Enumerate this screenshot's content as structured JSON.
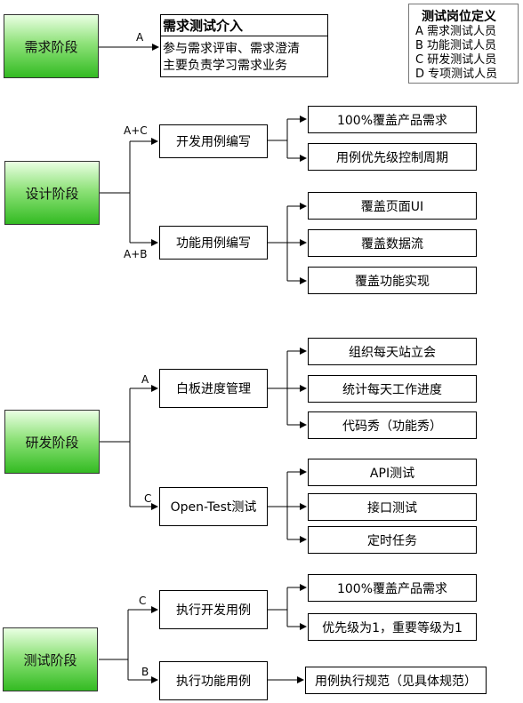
{
  "stages": {
    "requirements": "需求阶段",
    "design": "设计阶段",
    "development": "研发阶段",
    "testing": "测试阶段"
  },
  "intro": {
    "title": "需求测试介入",
    "line1": "参与需求评审、需求澄清",
    "line2": "主要负责学习需求业务"
  },
  "legend": {
    "title": "测试岗位定义",
    "items": [
      "A 需求测试人员",
      "B 功能测试人员",
      "C 研发测试人员",
      "D 专项测试人员"
    ]
  },
  "edge_labels": {
    "req": "A",
    "design_dev": "A+C",
    "design_func": "A+B",
    "dev_board": "A",
    "dev_open": "C",
    "test_dev": "C",
    "test_func": "B"
  },
  "design": {
    "dev_cases": "开发用例编写",
    "dev_items": [
      "100%覆盖产品需求",
      "用例优先级控制周期"
    ],
    "func_cases": "功能用例编写",
    "func_items": [
      "覆盖页面UI",
      "覆盖数据流",
      "覆盖功能实现"
    ]
  },
  "development": {
    "board": "白板进度管理",
    "board_items": [
      "组织每天站立会",
      "统计每天工作进度",
      "代码秀（功能秀）"
    ],
    "open_test": "Open-Test测试",
    "open_items": [
      "API测试",
      "接口测试",
      "定时任务"
    ]
  },
  "testing": {
    "exec_dev": "执行开发用例",
    "exec_dev_items": [
      "100%覆盖产品需求",
      "优先级为1，重要等级为1"
    ],
    "exec_func": "执行功能用例",
    "exec_func_items": [
      "用例执行规范（见具体规范）"
    ]
  }
}
